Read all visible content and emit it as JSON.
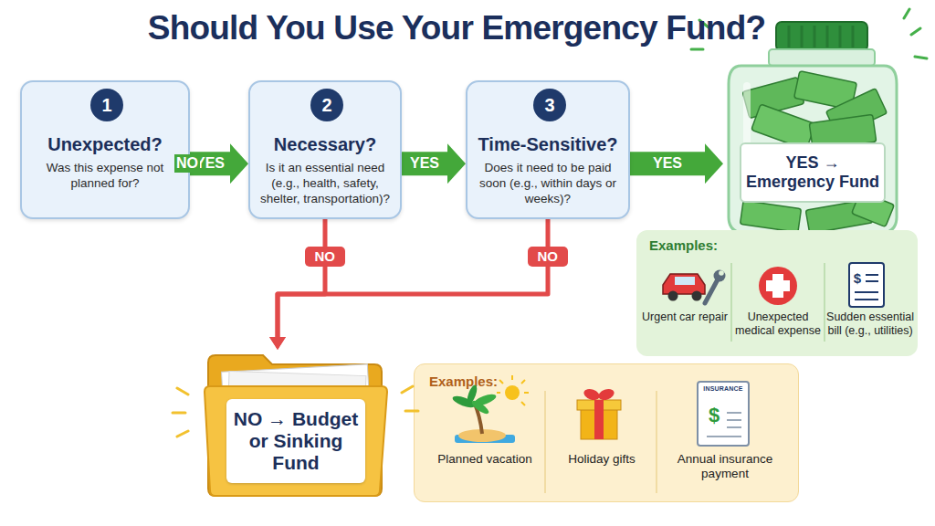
{
  "diagram": {
    "title": "Should You Use Your Emergency Fund?",
    "nodes": [
      {
        "text": [
          "Unexpected?",
          "Was this expense not planned for?"
        ]
      },
      {
        "text": [
          "1"
        ],
        "in": 0
      },
      {
        "text": [
          "Necessary?",
          "Is it an essential need (e.g., health, safety, shelter, transportation)?"
        ]
      },
      {
        "text": [
          "2"
        ],
        "in": 2
      },
      {
        "text": [
          "Time-Sensitive?",
          "Does it need to be paid soon (e.g., within days or weeks)?"
        ]
      },
      {
        "text": [
          "3"
        ],
        "in": 4
      },
      {
        "text": [
          "YES → Emergency Fund"
        ]
      },
      {
        "text": [
          "Examples:",
          "Urgent car repair",
          "Unexpected medical expense",
          "Sudden essential bill (e.g., utilities)"
        ]
      },
      {
        "text": [
          "NO → Budget or Sinking Fund"
        ]
      },
      {
        "text": [
          "Examples:",
          "Planned vacation",
          "Holiday gifts",
          "Annual insurance payment"
        ]
      }
    ],
    "edges": [
      {
        "from": 0,
        "to": 2,
        "label": "YES",
        "arrow": "to"
      },
      {
        "from": 2,
        "to": 4,
        "label": "YES",
        "arrow": "to"
      },
      {
        "from": 4,
        "to": 6,
        "label": "YES",
        "arrow": "to"
      },
      {
        "from": 0,
        "to": 8,
        "label": "NO",
        "arrow": "to"
      },
      {
        "from": 2,
        "to": 8,
        "label": "NO",
        "arrow": "to"
      },
      {
        "from": 4,
        "to": 8,
        "label": "NO",
        "arrow": "to"
      }
    ],
    "labels": [
      "$",
      "INSURANCE",
      "$"
    ]
  }
}
